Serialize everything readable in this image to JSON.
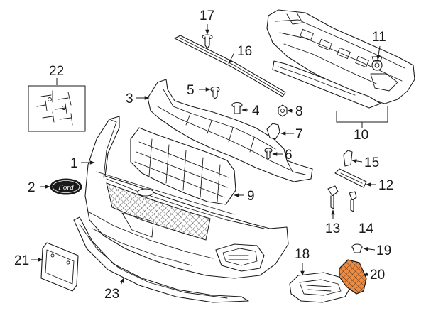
{
  "diagram": {
    "highlight_color": "#f08a3c",
    "badge_text": "Ford",
    "callouts": {
      "c1": "1",
      "c2": "2",
      "c3": "3",
      "c4": "4",
      "c5": "5",
      "c6": "6",
      "c7": "7",
      "c8": "8",
      "c9": "9",
      "c10": "10",
      "c11": "11",
      "c12": "12",
      "c13": "13",
      "c14": "14",
      "c15": "15",
      "c16": "16",
      "c17": "17",
      "c18": "18",
      "c19": "19",
      "c20": "20",
      "c21": "21",
      "c22": "22",
      "c23": "23"
    }
  }
}
